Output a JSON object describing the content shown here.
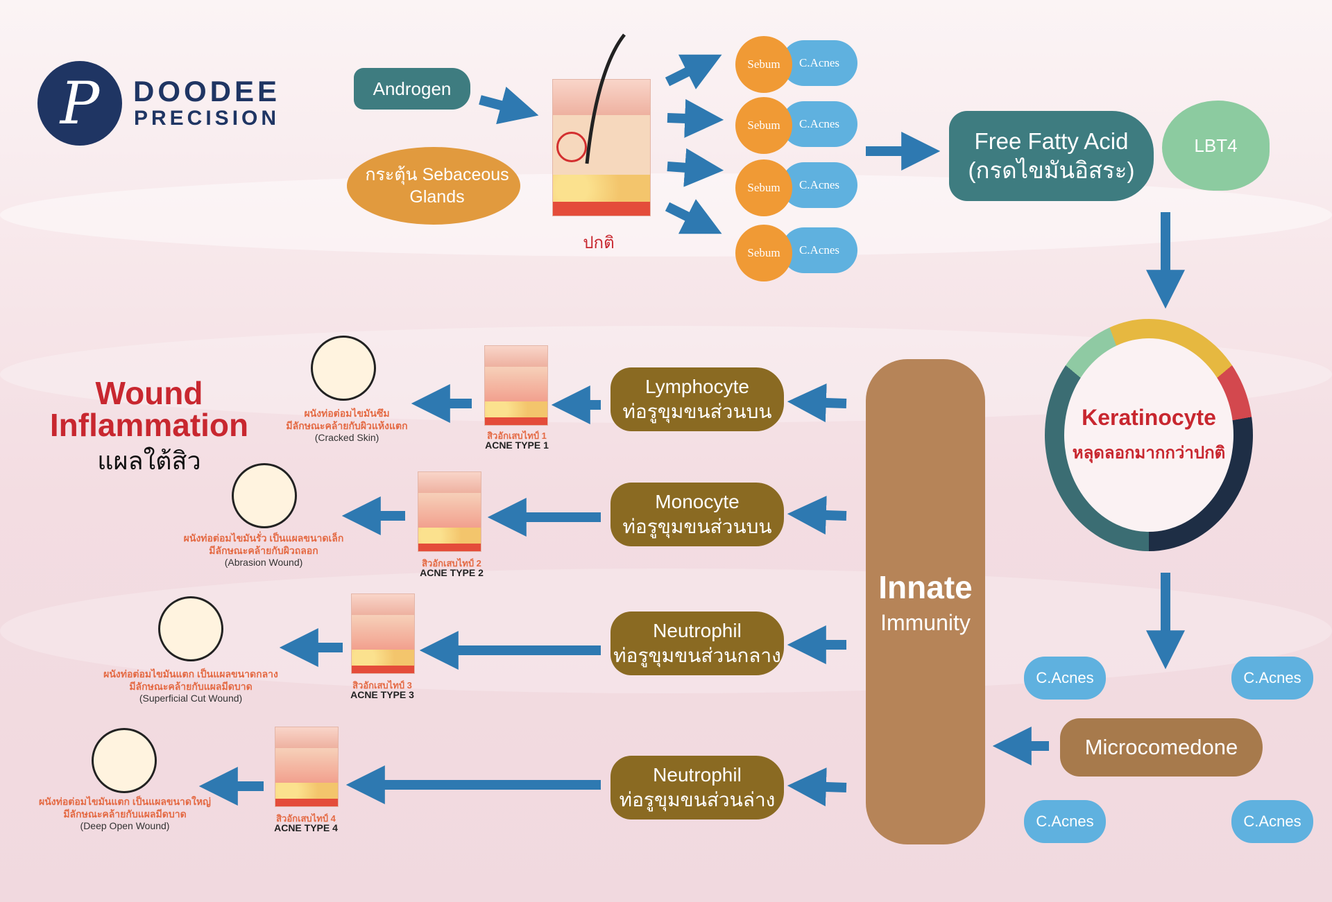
{
  "brand": {
    "line1": "DOODEE",
    "line2": "PRECISION",
    "monogram": "P"
  },
  "top": {
    "androgen": "Androgen",
    "sebaceous": "กระตุ้น Sebaceous Glands",
    "normal_label": "ปกติ",
    "sebum_label": "Sebum",
    "cacnes_label": "C.Acnes",
    "free_fatty_acid": "Free Fatty Acid",
    "free_fatty_acid_th": "(กรดไขมันอิสระ)",
    "lbt4": "LBT4"
  },
  "keratinocyte": {
    "title": "Keratinocyte",
    "subtitle": "หลุดลอกมากกว่าปกติ"
  },
  "microcomedone": {
    "label": "Microcomedone",
    "cacnes": "C.Acnes"
  },
  "innate": {
    "line1": "Innate",
    "line2": "Immunity"
  },
  "wound": {
    "line1": "Wound",
    "line2": "Inflammation",
    "line3": "แผลใต้สิว"
  },
  "cells": [
    {
      "name": "Lymphocyte",
      "location": "ท่อรูขุมขนส่วนบน"
    },
    {
      "name": "Monocyte",
      "location": "ท่อรูขุมขนส่วนบน"
    },
    {
      "name": "Neutrophil",
      "location": "ท่อรูขุมขนส่วนกลาง"
    },
    {
      "name": "Neutrophil",
      "location": "ท่อรูขุมขนส่วนล่าง"
    }
  ],
  "acne_types": [
    {
      "th": "สิวอักเสบไทป์ 1",
      "en": "ACNE TYPE 1"
    },
    {
      "th": "สิวอักเสบไทป์ 2",
      "en": "ACNE TYPE 2"
    },
    {
      "th": "สิวอักเสบไทป์ 3",
      "en": "ACNE TYPE 3"
    },
    {
      "th": "สิวอักเสบไทป์ 4",
      "en": "ACNE TYPE 4"
    }
  ],
  "wounds": [
    {
      "th1": "ผนังท่อต่อมไขมันซึม",
      "th2": "มีลักษณะคล้ายกับผิวแห้งแตก",
      "en": "(Cracked Skin)"
    },
    {
      "th1": "ผนังท่อต่อมไขมันรั่ว เป็นแผลขนาดเล็ก",
      "th2": "มีลักษณะคล้ายกับผิวถลอก",
      "en": "(Abrasion Wound)"
    },
    {
      "th1": "ผนังท่อต่อมไขมันแตก เป็นแผลขนาดกลาง",
      "th2": "มีลักษณะคล้ายกับแผลมีดบาด",
      "en": "(Superficial Cut Wound)"
    },
    {
      "th1": "ผนังท่อต่อมไขมันแตก เป็นแผลขนาดใหญ่",
      "th2": "มีลักษณะคล้ายกับแผลมีดบาด",
      "en": "(Deep Open Wound)"
    }
  ],
  "colors": {
    "arrow": "#2e79b1",
    "teal": "#3e7c80",
    "orange": "#e19a3e",
    "sebum": "#f09a35",
    "cacnes": "#5fb1df",
    "cell_brown": "#8a6a22",
    "innate_brown": "#b68458",
    "wound_red": "#c8272f",
    "navy": "#1f3563"
  }
}
